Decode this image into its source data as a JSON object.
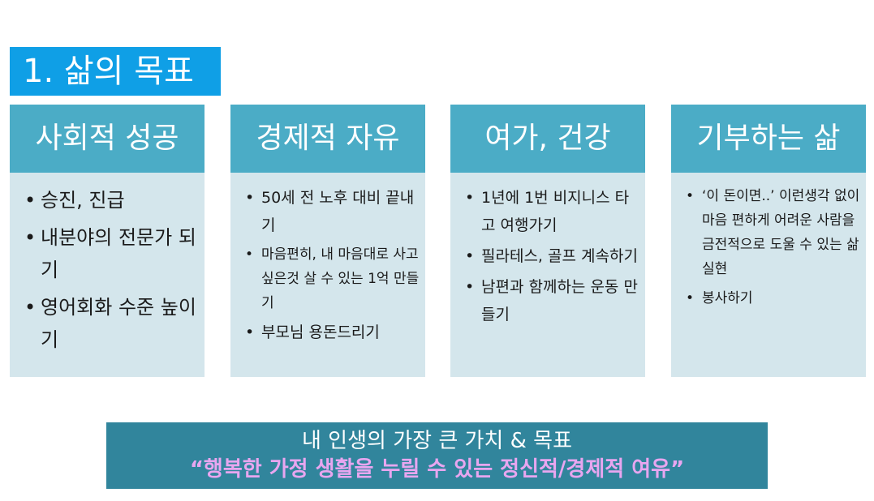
{
  "title": "1. 삶의 목표",
  "cards": [
    {
      "heading": "사회적 성공",
      "items": [
        "승진, 진급",
        "내분야의 전문가 되기",
        "영어회화 수준 높이기"
      ]
    },
    {
      "heading": "경제적 자유",
      "items": [
        "50세 전 노후 대비 끝내기",
        "마음편히, 내 마음대로 사고 싶은것 살 수 있는 1억 만들기",
        "부모님 용돈드리기"
      ]
    },
    {
      "heading": "여가, 건강",
      "items": [
        "1년에 1번 비지니스 타고 여행가기",
        "필라테스, 골프 계속하기",
        "남편과 함께하는 운동 만들기"
      ]
    },
    {
      "heading": "기부하는 삶",
      "items": [
        "‘이 돈이면..’ 이런생각 없이 마음 편하게 어려운 사람을 금전적으로 도울 수 있는 삶 실현",
        "봉사하기"
      ]
    }
  ],
  "banner": {
    "line1": "내 인생의 가장 큰 가치 & 목표",
    "line2": "“행복한 가정 생활을 누릴 수 있는 정신적/경제적 여유”"
  },
  "colors": {
    "title_bg": "#0f9fe6",
    "card_head": "#4bacc6",
    "card_body": "#d4e6ec",
    "banner_bg": "#31859c",
    "banner_highlight": "#e8a6f0"
  }
}
